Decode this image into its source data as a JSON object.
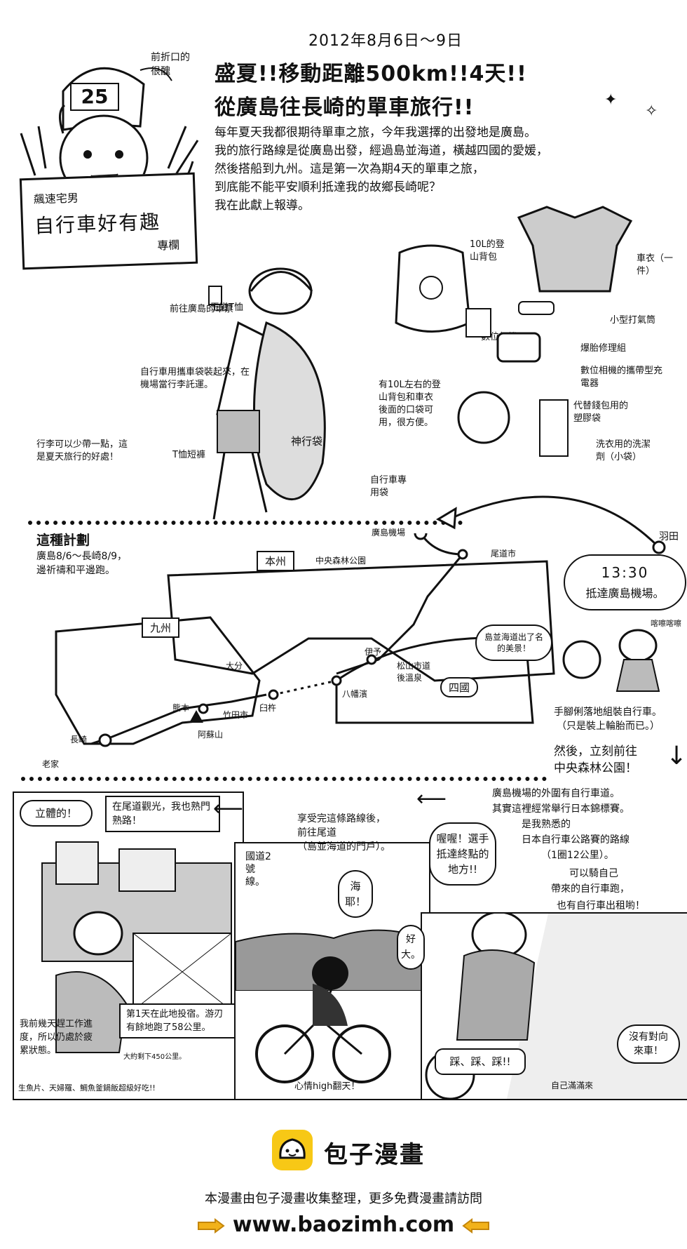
{
  "header": {
    "date": "2012年8月6日～9日",
    "title_line1": "盛夏!!移動距離500km!!4天!!",
    "title_line2": "從廣島往長崎的單車旅行!!",
    "intro": [
      "每年夏天我都很期待單車之旅，今年我選擇的出發地是廣島。",
      "我的旅行路線是從廣島出發，經過島並海道，橫越四國的愛媛，",
      "然後搭船到九州。這是第一次為期4天的單車之旅，",
      "到底能不能平安順利抵達我的故鄉長崎呢？",
      "我在此獻上報導。"
    ],
    "head_note": "前折口的很醜",
    "cap_number": "25",
    "sign_line1": "飆速宅男",
    "sign_line2": "自行車好有趣",
    "sign_line3": "專欄"
  },
  "equipment": {
    "ticket_note": "前往廣島的車票",
    "bag_note": "自行車用攜車袋裝起來，在機場當行李託運。",
    "shirt_label": "王道T恤",
    "luggage_note": "行李可以少帶一點，這是夏天旅行的好處！",
    "tshirt_note": "T恤短褲",
    "bag_label": "自行車專用袋",
    "bag_print": "神行袋",
    "backpack_label": "10L的登山背包",
    "backpack_note": "有10L左右的登山背包和車衣後面的口袋可用，很方便。",
    "jersey_note": "車衣（一件）",
    "pump_note": "小型打氣筒",
    "camera_note": "數位相機",
    "repair_note": "爆胎修理組",
    "charger_note": "數位相機的攜帶型充電器",
    "wallet_note": "代替錢包用的塑膠袋",
    "detergent_note": "洗衣用的洗潔劑（小袋）"
  },
  "map": {
    "title": "這種計劃",
    "subtitle_line1": "廣島8/6～長崎8/9，",
    "subtitle_line2": "邊祈禱和平邊跑。",
    "honshu": "本州",
    "kyushu": "九州",
    "shikoku": "四國",
    "hiroshima_airport": "廣島機場",
    "chuo_park": "中央森林公園",
    "onomichi": "尾道市",
    "iyo": "伊予",
    "matsuyama": "松山市道後溫泉",
    "yawatahama": "八幡濱",
    "oita": "大分",
    "usuki": "臼杵",
    "taketa": "竹田市",
    "kumamoto": "熊本",
    "aso": "阿蘇山",
    "nagasaki": "長崎",
    "home": "老家",
    "shimanami_note": "島並海道出了名的美景！",
    "arrival_time": "13:30",
    "arrival_text": "抵達廣島機場。",
    "haneda": "羽田",
    "assemble_note_line1": "手腳俐落地組裝自行車。",
    "assemble_note_line2": "（只是裝上輪胎而已。）",
    "next_line1": "然後，立刻前往",
    "next_line2": "中央森林公園！",
    "assemble_fx": "喀嚓喀嚓"
  },
  "comic": {
    "p1_bubble1": "立體的！",
    "p1_bubble2": "在尾道觀光，我也熟門熟路！",
    "p1_day_note": "第1天在此地投宿。游刃有餘地跑了58公里。",
    "p1_small_note": "大約剩下450公里。",
    "p1_caption": "我前幾天趕工作進度，所以仍處於疲累狀態。",
    "p1_food": "生魚片、天婦羅、鯛魚釜鍋飯超級好吃!!",
    "p2_caption_line1": "享受完這條路線後，",
    "p2_caption_line2": "前往尾道",
    "p2_caption_line3": "（島並海道的門戶）。",
    "p2_route": "國道2號線。",
    "p2_sea": "海耶！",
    "p2_bottom": "心情high翻天！",
    "p3_caption": [
      "廣島機場的外圍有自行車道。",
      "其實這裡經常舉行日本錦標賽。",
      "是我熟悉的",
      "日本自行車公路賽的路線",
      "（1圈12公里）。",
      "可以騎自己",
      "帶來的自行車跑，",
      "也有自行車出租喲！"
    ],
    "p3_bubble": "喔喔！選手抵達終點的地方!!",
    "p3_big": "好大。",
    "p3_steps": "踩、踩、踩!!",
    "p3_nocar": "沒有對向來車！",
    "p3_alone": "自己滿滿來"
  },
  "footer": {
    "brand": "包子漫畫",
    "notice": "本漫畫由包子漫畫收集整理，更多免費漫畫請訪問",
    "url": "www.baozimh.com"
  }
}
